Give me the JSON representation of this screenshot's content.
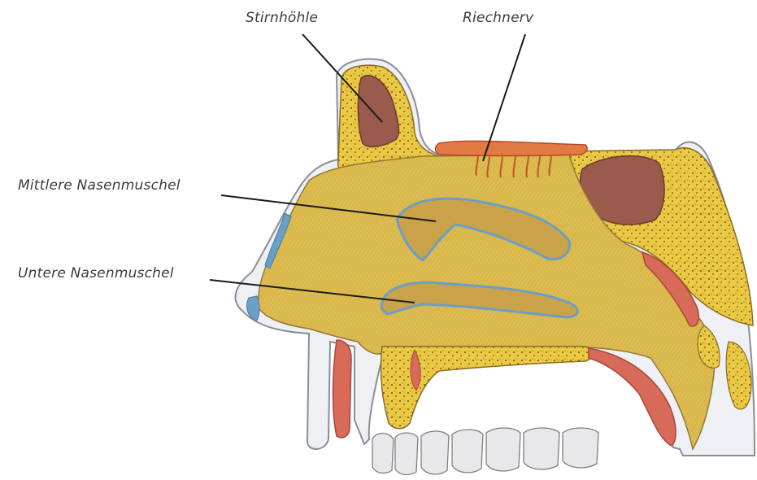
{
  "labels": {
    "stirnhoehle": "Stirnhöhle",
    "riechnerv": "Riechnerv",
    "mittlere_nasenmuschel": "Mittlere Nasenmuschel",
    "untere_nasenmuschel": "Untere Nasenmuschel"
  },
  "colors": {
    "nasal_cavity": "#dcbb50",
    "bone": "#ecc942",
    "bone_speckle": "#3a2e18",
    "mucosa_pink": "#d86a5a",
    "sinus_brown": "#9a5a4c",
    "nerve_orange": "#e27a45",
    "concha_blue": "#6c9fc6",
    "skin_outline": "#c8cbd4",
    "teeth": "#e8e8ea",
    "leader_line": "#1a1a1a"
  }
}
